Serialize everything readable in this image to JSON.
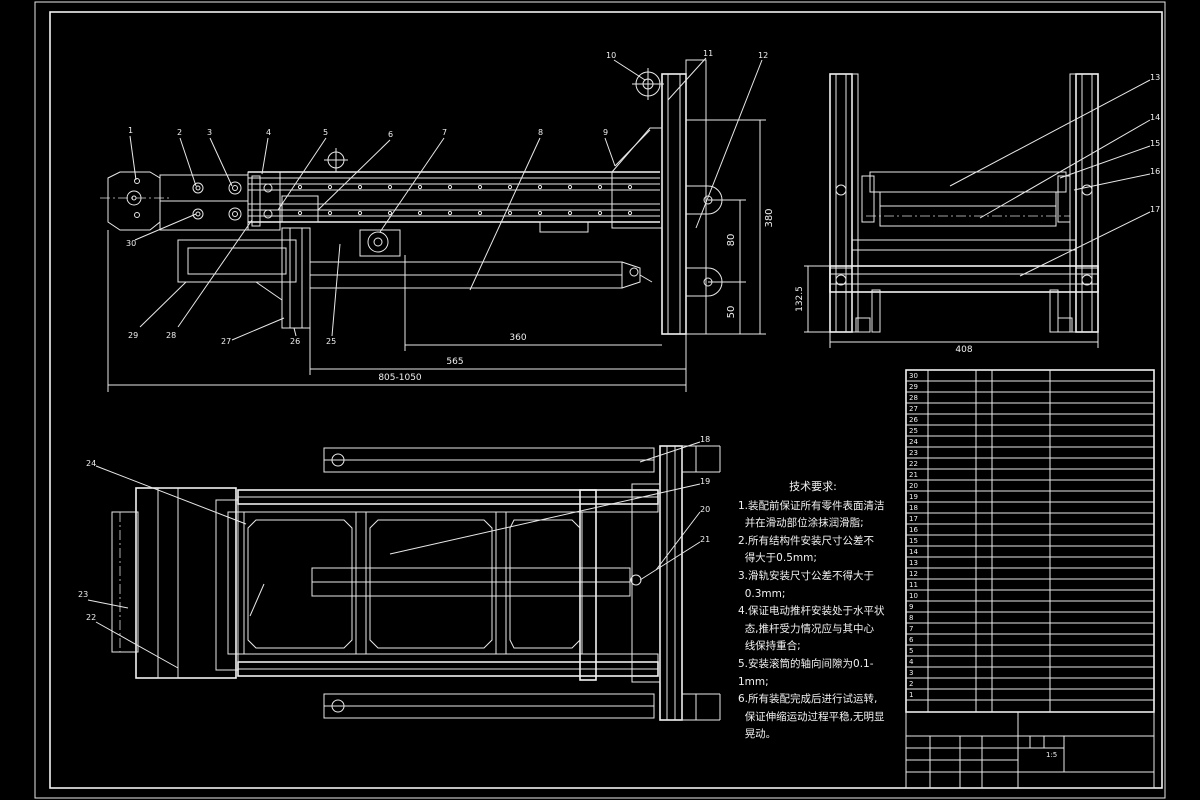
{
  "balloons": {
    "b1": "1",
    "b2": "2",
    "b3": "3",
    "b4": "4",
    "b5": "5",
    "b6": "6",
    "b7": "7",
    "b8": "8",
    "b9": "9",
    "b10": "10",
    "b11": "11",
    "b12": "12",
    "b13": "13",
    "b14": "14",
    "b15": "15",
    "b16": "16",
    "b17": "17",
    "b18": "18",
    "b19": "19",
    "b20": "20",
    "b21": "21",
    "b22": "22",
    "b23": "23",
    "b24": "24",
    "b25": "25",
    "b26": "26",
    "b27": "27",
    "b28": "28",
    "b29": "29",
    "b30": "30"
  },
  "dims": {
    "d380": "380",
    "d80": "80",
    "d50": "50",
    "d360": "360",
    "d565": "565",
    "d805": "805-1050",
    "d1325": "132.5",
    "d408": "408"
  },
  "notes": {
    "title": "技术要求:",
    "n1": "1.装配前保证所有零件表面清洁\n  并在滑动部位涂抹润滑脂;",
    "n2": "2.所有结构件安装尺寸公差不\n  得大于0.5mm;",
    "n3": "3.滑轨安装尺寸公差不得大于\n  0.3mm;",
    "n4": "4.保证电动推杆安装处于水平状\n  态,推杆受力情况应与其中心\n  线保持重合;",
    "n5": "5.安装滚筒的轴向间隙为0.1-1mm;",
    "n6": "6.所有装配完成后进行试运转,\n  保证伸缩运动过程平稳,无明显\n  晃动。"
  },
  "bom": {
    "rows": [
      {
        "no": "30",
        "name": "",
        "qty": "",
        "mat": "",
        "std": ""
      },
      {
        "no": "29",
        "name": "",
        "qty": "",
        "mat": "",
        "std": ""
      },
      {
        "no": "28",
        "name": "",
        "qty": "",
        "mat": "",
        "std": ""
      },
      {
        "no": "27",
        "name": "",
        "qty": "",
        "mat": "",
        "std": ""
      },
      {
        "no": "26",
        "name": "",
        "qty": "",
        "mat": "",
        "std": ""
      },
      {
        "no": "25",
        "name": "",
        "qty": "",
        "mat": "",
        "std": ""
      },
      {
        "no": "24",
        "name": "",
        "qty": "",
        "mat": "",
        "std": ""
      },
      {
        "no": "23",
        "name": "",
        "qty": "",
        "mat": "",
        "std": ""
      },
      {
        "no": "22",
        "name": "",
        "qty": "",
        "mat": "",
        "std": ""
      },
      {
        "no": "21",
        "name": "",
        "qty": "",
        "mat": "",
        "std": ""
      },
      {
        "no": "20",
        "name": "",
        "qty": "",
        "mat": "",
        "std": ""
      },
      {
        "no": "19",
        "name": "",
        "qty": "",
        "mat": "",
        "std": ""
      },
      {
        "no": "18",
        "name": "",
        "qty": "",
        "mat": "",
        "std": ""
      },
      {
        "no": "17",
        "name": "",
        "qty": "",
        "mat": "",
        "std": ""
      },
      {
        "no": "16",
        "name": "",
        "qty": "",
        "mat": "",
        "std": ""
      },
      {
        "no": "15",
        "name": "",
        "qty": "",
        "mat": "",
        "std": ""
      },
      {
        "no": "14",
        "name": "",
        "qty": "",
        "mat": "",
        "std": ""
      },
      {
        "no": "13",
        "name": "",
        "qty": "",
        "mat": "",
        "std": ""
      },
      {
        "no": "12",
        "name": "",
        "qty": "",
        "mat": "",
        "std": ""
      },
      {
        "no": "11",
        "name": "",
        "qty": "",
        "mat": "",
        "std": ""
      },
      {
        "no": "10",
        "name": "",
        "qty": "",
        "mat": "",
        "std": ""
      },
      {
        "no": "9",
        "name": "",
        "qty": "",
        "mat": "",
        "std": ""
      },
      {
        "no": "8",
        "name": "",
        "qty": "",
        "mat": "",
        "std": ""
      },
      {
        "no": "7",
        "name": "",
        "qty": "",
        "mat": "",
        "std": ""
      },
      {
        "no": "6",
        "name": "",
        "qty": "",
        "mat": "",
        "std": ""
      },
      {
        "no": "5",
        "name": "",
        "qty": "",
        "mat": "",
        "std": ""
      },
      {
        "no": "4",
        "name": "",
        "qty": "",
        "mat": "",
        "std": ""
      },
      {
        "no": "3",
        "name": "",
        "qty": "",
        "mat": "",
        "std": ""
      },
      {
        "no": "2",
        "name": "",
        "qty": "",
        "mat": "",
        "std": ""
      },
      {
        "no": "1",
        "name": "",
        "qty": "",
        "mat": "",
        "std": ""
      }
    ]
  },
  "title_block": {
    "scale": "1:5"
  }
}
